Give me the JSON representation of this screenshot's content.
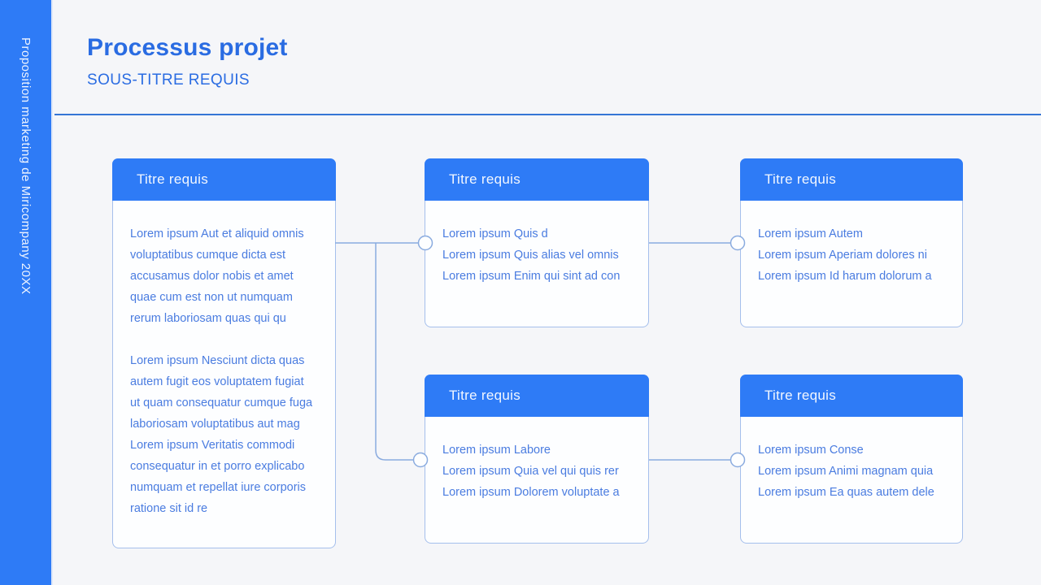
{
  "sidebar": {
    "label": "Proposition marketing de Miricompany 20XX"
  },
  "header": {
    "title": "Processus projet",
    "subtitle": "SOUS-TITRE REQUIS"
  },
  "cards": [
    {
      "title": "Titre requis",
      "lines": [
        "Lorem ipsum Aut et aliquid omnis",
        "voluptatibus cumque dicta est",
        "accusamus dolor nobis et amet",
        "quae cum est non ut numquam",
        "rerum laboriosam quas qui qu",
        "",
        "Lorem ipsum Nesciunt dicta quas",
        "autem fugit eos voluptatem fugiat",
        "ut quam consequatur cumque fuga",
        "laboriosam voluptatibus aut mag",
        "Lorem ipsum Veritatis commodi",
        "consequatur in et porro explicabo",
        "numquam et repellat iure corporis",
        "ratione sit id re"
      ]
    },
    {
      "title": "Titre requis",
      "lines": [
        "Lorem ipsum Quis d",
        "Lorem ipsum Quis alias vel omnis",
        "Lorem ipsum Enim qui sint ad con"
      ]
    },
    {
      "title": "Titre requis",
      "lines": [
        "Lorem ipsum Autem",
        "Lorem ipsum Aperiam dolores ni",
        "Lorem ipsum Id harum dolorum a"
      ]
    },
    {
      "title": "Titre requis",
      "lines": [
        "Lorem ipsum Labore",
        "Lorem ipsum Quia vel qui quis rer",
        "Lorem ipsum Dolorem voluptate a"
      ]
    },
    {
      "title": "Titre requis",
      "lines": [
        "Lorem ipsum Conse",
        "Lorem ipsum Animi magnam quia",
        "Lorem ipsum Ea quas autem dele"
      ]
    }
  ],
  "colors": {
    "accent_blue": "#2e7bf6",
    "heading_blue": "#2a6ce2",
    "body_text_blue": "#4a7ce0",
    "connector_blue": "#8aabdf",
    "card_border": "#a5bfec",
    "divider_blue": "#3575d6",
    "page_background": "#f5f6f9",
    "card_background": "#fdfeff"
  }
}
